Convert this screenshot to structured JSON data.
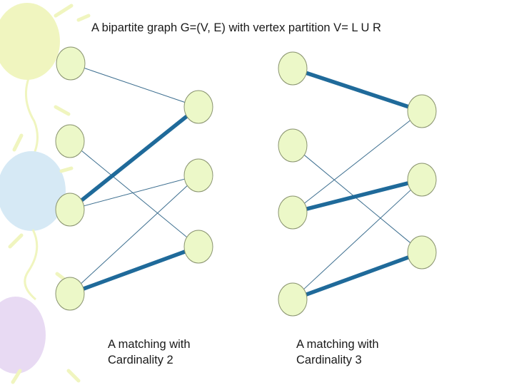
{
  "title": "A bipartite graph G=(V, E) with vertex partition V= L U R",
  "colors": {
    "node_fill": "#ecf8c8",
    "node_stroke": "#8a9470",
    "thin_edge": "#3c6e8f",
    "matching_edge": "#1f6a9a",
    "balloon_yellow": "#eef4b4",
    "balloon_blue": "#cfe6f4",
    "balloon_purple": "#e4d4f2"
  },
  "graphs": [
    {
      "id": "left",
      "caption_line1": "A matching with",
      "caption_line2": "Cardinality 2",
      "edges": [
        {
          "from": "L1",
          "to": "R1",
          "matched": false
        },
        {
          "from": "L2",
          "to": "R3",
          "matched": false
        },
        {
          "from": "L3",
          "to": "R1",
          "matched": true
        },
        {
          "from": "L3",
          "to": "R2",
          "matched": false
        },
        {
          "from": "L4",
          "to": "R2",
          "matched": false
        },
        {
          "from": "L4",
          "to": "R3",
          "matched": true
        }
      ]
    },
    {
      "id": "right",
      "caption_line1": "A matching with",
      "caption_line2": "Cardinality 3",
      "edges": [
        {
          "from": "L1",
          "to": "R1",
          "matched": true
        },
        {
          "from": "L2",
          "to": "R3",
          "matched": false
        },
        {
          "from": "L3",
          "to": "R1",
          "matched": false
        },
        {
          "from": "L3",
          "to": "R2",
          "matched": true
        },
        {
          "from": "L4",
          "to": "R2",
          "matched": false
        },
        {
          "from": "L4",
          "to": "R3",
          "matched": true
        }
      ]
    }
  ]
}
